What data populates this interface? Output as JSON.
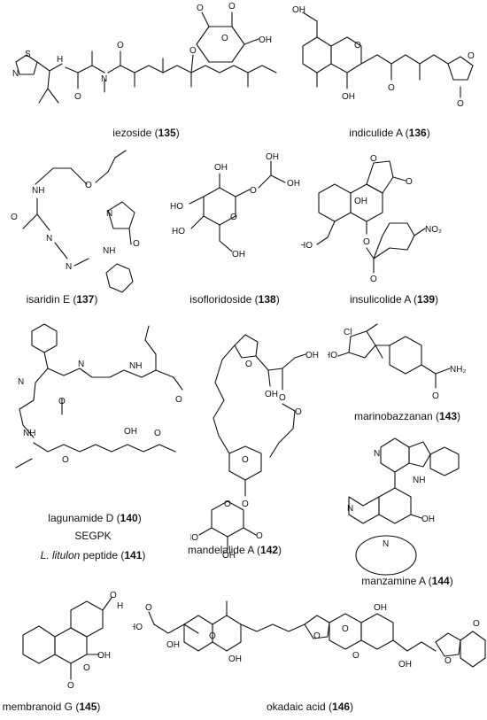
{
  "compounds": [
    {
      "name": "iezoside",
      "number": "135"
    },
    {
      "name": "indiculide A",
      "number": "136"
    },
    {
      "name": "isaridin E",
      "number": "137"
    },
    {
      "name": "isofloridoside",
      "number": "138"
    },
    {
      "name": "insulicolide A",
      "number": "139"
    },
    {
      "name": "lagunamide D",
      "number": "140"
    },
    {
      "name": "mandelalide A",
      "number": "142"
    },
    {
      "name": "marinobazzanan",
      "number": "143"
    },
    {
      "name": "manzamine A",
      "number": "144"
    },
    {
      "name": "membranoid G",
      "number": "145"
    },
    {
      "name": "okadaic acid",
      "number": "146"
    }
  ],
  "peptide": {
    "sequence": "SEGPK",
    "name_italic": "L. litulon",
    "name_rest": " peptide",
    "number": "141"
  },
  "atom_labels": {
    "S": "S",
    "N": "N",
    "H": "H",
    "O": "O",
    "OH": "OH",
    "HO": "HO",
    "NH": "NH",
    "NO2": "NO₂",
    "Cl": "Cl",
    "NH2": "NH₂",
    "OMe": "O"
  }
}
